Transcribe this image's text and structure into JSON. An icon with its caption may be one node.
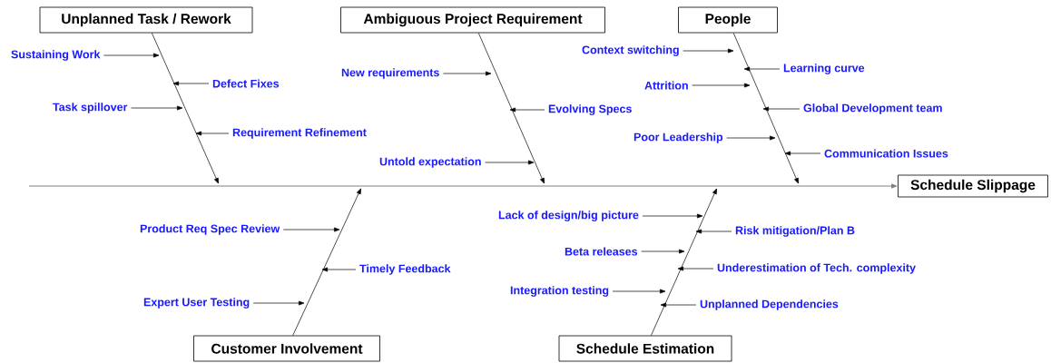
{
  "diagram": {
    "nodes": [
      {
        "text": [
          "Unplanned Task / Rework"
        ]
      },
      {
        "text": [
          "Sustaining Work"
        ]
      },
      {
        "text": [
          "Defect Fixes"
        ]
      },
      {
        "text": [
          "Task spillover"
        ]
      },
      {
        "text": [
          "Requirement Refinement"
        ]
      },
      {
        "text": [
          "Ambiguous Project Requirement"
        ]
      },
      {
        "text": [
          "New requirements"
        ]
      },
      {
        "text": [
          "Evolving Specs"
        ]
      },
      {
        "text": [
          "Untold expectation"
        ]
      },
      {
        "text": [
          "People"
        ]
      },
      {
        "text": [
          "Context switching"
        ]
      },
      {
        "text": [
          "Learning curve"
        ]
      },
      {
        "text": [
          "Attrition"
        ]
      },
      {
        "text": [
          "Global Development team"
        ]
      },
      {
        "text": [
          "Poor Leadership"
        ]
      },
      {
        "text": [
          "Communication Issues"
        ]
      },
      {
        "text": [
          "Schedule Slippage"
        ]
      },
      {
        "text": [
          "Product Req Spec Review"
        ]
      },
      {
        "text": [
          "Timely Feedback"
        ]
      },
      {
        "text": [
          "Expert User Testing"
        ]
      },
      {
        "text": [
          "Customer Involvement"
        ]
      },
      {
        "text": [
          "Lack of design/big picture"
        ]
      },
      {
        "text": [
          "Risk mitigation/Plan B"
        ]
      },
      {
        "text": [
          "Beta releases"
        ]
      },
      {
        "text": [
          "Underestimation of Tech. complexity"
        ]
      },
      {
        "text": [
          "Integration testing"
        ]
      },
      {
        "text": [
          "Unplanned Dependencies"
        ]
      },
      {
        "text": [
          "Schedule Estimation"
        ]
      }
    ],
    "edges": [
      {
        "from": null,
        "to": 16,
        "arrow": "to",
        "color": "#808080"
      },
      {
        "from": 0,
        "to": null,
        "arrow": "to"
      },
      {
        "from": 5,
        "to": null,
        "arrow": "to"
      },
      {
        "from": 9,
        "to": null,
        "arrow": "to"
      },
      {
        "from": 20,
        "to": null,
        "arrow": "to"
      },
      {
        "from": 27,
        "to": null,
        "arrow": "to"
      },
      {
        "from": 1,
        "to": null,
        "arrow": "to"
      },
      {
        "from": 2,
        "to": null,
        "arrow": "to"
      },
      {
        "from": 3,
        "to": null,
        "arrow": "to"
      },
      {
        "from": 4,
        "to": null,
        "arrow": "to"
      },
      {
        "from": 6,
        "to": null,
        "arrow": "to"
      },
      {
        "from": 7,
        "to": null,
        "arrow": "to"
      },
      {
        "from": 8,
        "to": null,
        "arrow": "to"
      },
      {
        "from": 10,
        "to": null,
        "arrow": "to"
      },
      {
        "from": 11,
        "to": null,
        "arrow": "to"
      },
      {
        "from": 12,
        "to": null,
        "arrow": "to"
      },
      {
        "from": 13,
        "to": null,
        "arrow": "to"
      },
      {
        "from": 14,
        "to": null,
        "arrow": "to"
      },
      {
        "from": 15,
        "to": null,
        "arrow": "to"
      },
      {
        "from": 17,
        "to": null,
        "arrow": "to"
      },
      {
        "from": 18,
        "to": null,
        "arrow": "to"
      },
      {
        "from": 19,
        "to": null,
        "arrow": "to"
      },
      {
        "from": 21,
        "to": null,
        "arrow": "to"
      },
      {
        "from": 22,
        "to": null,
        "arrow": "to"
      },
      {
        "from": 23,
        "to": null,
        "arrow": "to"
      },
      {
        "from": 24,
        "to": null,
        "arrow": "to"
      },
      {
        "from": 25,
        "to": null,
        "arrow": "to"
      },
      {
        "from": 26,
        "to": null,
        "arrow": "to"
      }
    ]
  }
}
